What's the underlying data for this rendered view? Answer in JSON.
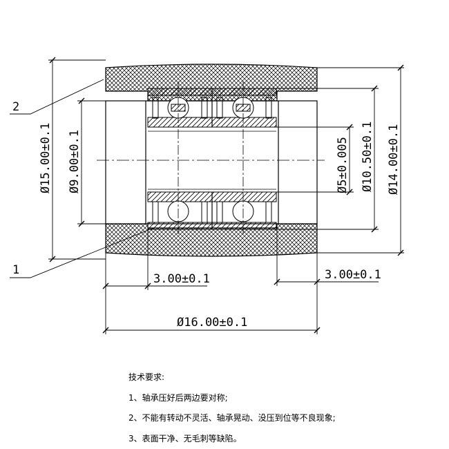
{
  "drawing": {
    "balloons": {
      "part1": "1",
      "part2": "2"
    },
    "dimensions": {
      "roller_width": "Ø16.00±0.1",
      "outer_diameter": "Ø15.00±0.1",
      "outer_diameter_right": "Ø14.00±0.1",
      "bearing_od": "Ø10.50±0.1",
      "bore": "Ø5±0.005",
      "inner_diameter": "Ø9.00±0.1",
      "left_offset": "3.00±0.1",
      "right_offset": "3.00±0.1"
    }
  },
  "notes": {
    "heading": "技术要求:",
    "items": [
      "1、轴承压好后两边要对称;",
      "2、不能有转动不灵活、轴承晃动、没压到位等不良现象;",
      "3、表面干净、无毛刺等缺陷。"
    ]
  }
}
